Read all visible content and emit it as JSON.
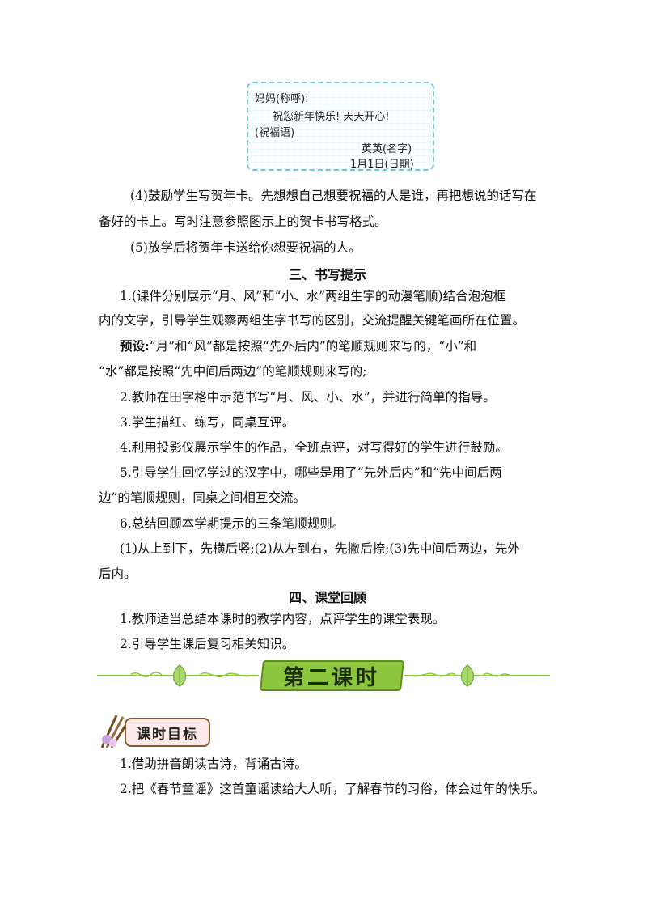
{
  "card": {
    "line1": "妈妈(称呼):",
    "line2": "祝您新年快乐!  天天开心!",
    "line3": "(祝福语)",
    "line4": "英英(名字)",
    "line5": "1月1日(日期)"
  },
  "section1": {
    "p4_line1": "(4)鼓励学生写贺年卡。先想想自己想要祝福的人是谁，再把想说的话写在",
    "p4_line2": "备好的卡上。写时注意参照图示上的贺卡书写格式。",
    "p5": "(5)放学后将贺年卡送给你想要祝福的人。"
  },
  "section2": {
    "heading": "三、书写提示",
    "item1_line1": "1.(课件分别展示“月、风”和“小、水”两组生字的动漫笔顺)结合泡泡框",
    "item1_line2": "内的文字，引导学生观察两组生字书写的区别，交流提醒关键笔画所在位置。",
    "preset_label": "预设:",
    "preset_line1": "“月”和“风”都是按照“先外后内”的笔顺规则来写的，“小”和",
    "preset_line2": "“水”都是按照“先中间后两边”的笔顺规则来写的;",
    "item2": "2.教师在田字格中示范书写“月、风、小、水”，并进行简单的指导。",
    "item3": "3.学生描红、练写，同桌互评。",
    "item4": "4.利用投影仪展示学生的作品，全班点评，对写得好的学生进行鼓励。",
    "item5_line1": "5.引导学生回忆学过的汉字中，哪些是用了“先外后内”和“先中间后两",
    "item5_line2": "边”的笔顺规则，同桌之间相互交流。",
    "item6": "6.总结回顾本学期提示的三条笔顺规则。",
    "rules_line1": "(1)从上到下，先横后竖;(2)从左到右，先撇后捺;(3)先中间后两边，先外",
    "rules_line2": "后内。"
  },
  "section3": {
    "heading": "四、课堂回顾",
    "item1": "1.教师适当总结本课时的教学内容，点评学生的课堂表现。",
    "item2": "2.引导学生课后复习相关知识。"
  },
  "banner": {
    "title": "第二课时"
  },
  "goals": {
    "tag": "课时目标",
    "item1": "1.借助拼音朗读古诗，背诵古诗。",
    "item2": "2.把《春节童谣》这首童谣读给大人听，了解春节的习俗，体会过年的快乐。"
  },
  "colors": {
    "card_border": "#6fc6d6",
    "banner_green": "#8cc63f",
    "tag_pink": "#fde8ea"
  }
}
